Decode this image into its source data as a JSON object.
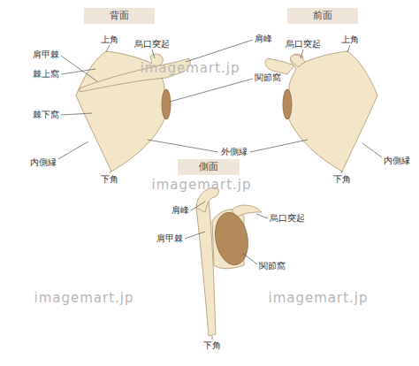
{
  "diagram": {
    "nodes": [
      {
        "text": [
          "背面"
        ]
      },
      {
        "text": [
          "前面"
        ]
      },
      {
        "text": [
          "側面"
        ]
      }
    ],
    "labels": [
      "上角",
      "烏口突起",
      "肩峰",
      "烏口突起",
      "上角",
      "肩甲棘",
      "棘上窩",
      "関節窩",
      "棘下窩",
      "外側縁",
      "内側縁",
      "内側縁",
      "下角",
      "下角",
      "肩峰",
      "烏口突起",
      "肩甲棘",
      "関節窩",
      "下角",
      "imagemart.jp",
      "imagemart.jp",
      "imagemart.jp",
      "imagemart.jp"
    ]
  }
}
